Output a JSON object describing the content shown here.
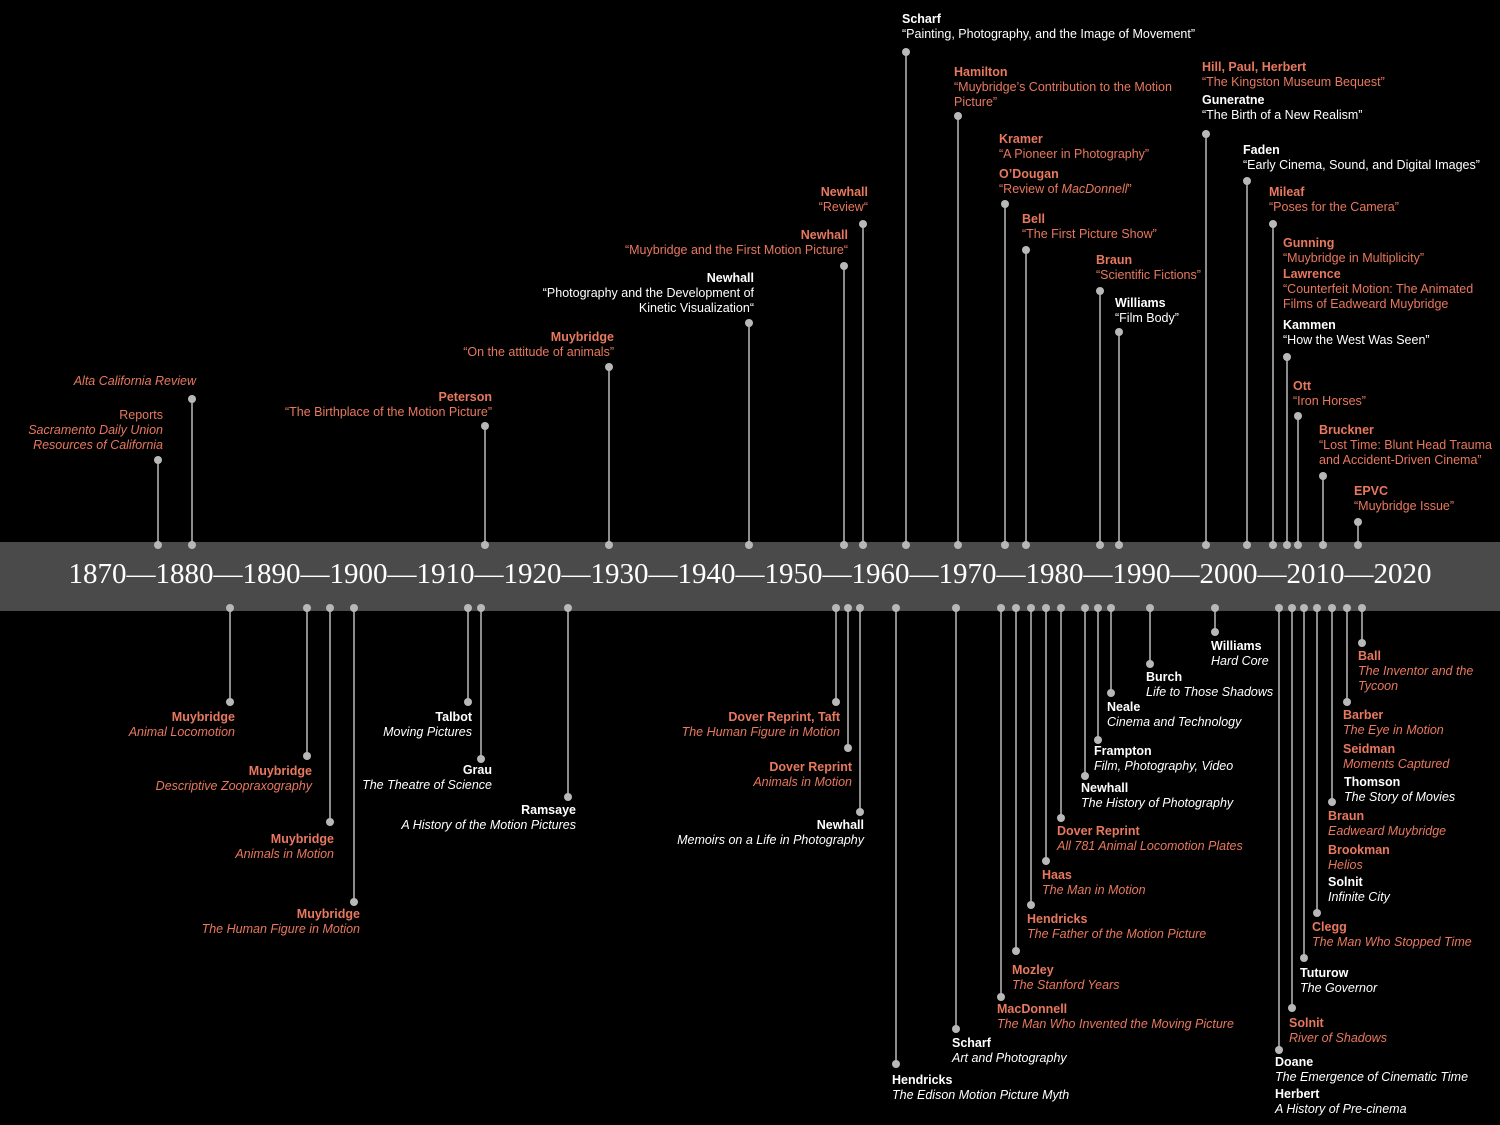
{
  "axis": {
    "label": "1870—1880—1890—1900—1910—1920—1930—1940—1950—1960—1970—1980—1990—2000—2010—2020"
  },
  "entries": [
    {
      "id": "alta",
      "author": "",
      "title": "Alta California Review",
      "style": "italic",
      "color": "orange",
      "side": "up",
      "align": "right"
    },
    {
      "id": "reports",
      "author": "",
      "lines": [
        "Reports",
        "Sacramento Daily Union",
        "Resources of California"
      ],
      "color": "orange",
      "side": "up",
      "align": "right"
    },
    {
      "id": "peterson",
      "author": "Peterson",
      "title": "“The Birthplace of the Motion Picture”",
      "style": "plain",
      "color": "orange",
      "side": "up",
      "align": "right"
    },
    {
      "id": "muy-att",
      "author": "Muybridge",
      "title": "“On the attitude of animals”",
      "style": "plain",
      "color": "orange",
      "side": "up",
      "align": "right"
    },
    {
      "id": "newhall-photo",
      "author": "Newhall",
      "lines": [
        "“Photography and the Development of",
        "Kinetic Visualization“"
      ],
      "color": "white",
      "side": "up",
      "align": "right"
    },
    {
      "id": "newhall-first",
      "author": "Newhall",
      "title": "“Muybridge and the First Motion Picture“",
      "style": "plain",
      "color": "orange",
      "side": "up",
      "align": "right"
    },
    {
      "id": "newhall-review",
      "author": "Newhall",
      "title": "“Review“",
      "style": "plain",
      "color": "orange",
      "side": "up",
      "align": "right"
    },
    {
      "id": "scharf-paint",
      "author": "Scharf",
      "title": "“Painting, Photography, and the Image of Movement”",
      "style": "plain",
      "color": "white",
      "side": "up",
      "align": "left"
    },
    {
      "id": "hamilton",
      "author": "Hamilton",
      "lines": [
        "“Muybridge’s Contribution to the Motion",
        "Picture”"
      ],
      "color": "orange",
      "side": "up",
      "align": "left"
    },
    {
      "id": "kramer",
      "author": "Kramer",
      "title": "“A Pioneer in Photography”",
      "style": "plain",
      "color": "orange",
      "side": "up",
      "align": "left"
    },
    {
      "id": "odougan",
      "author": "O’Dougan",
      "title_pre": "“Review of ",
      "title_it": "MacDonnell",
      "title_post": "”",
      "color": "orange",
      "side": "up",
      "align": "left"
    },
    {
      "id": "bell",
      "author": "Bell",
      "title": "“The First Picture Show”",
      "style": "plain",
      "color": "orange",
      "side": "up",
      "align": "left"
    },
    {
      "id": "braun-sci",
      "author": "Braun",
      "title": "“Scientific Fictions”",
      "style": "plain",
      "color": "orange",
      "side": "up",
      "align": "left"
    },
    {
      "id": "williams-film",
      "author": "Williams",
      "title": "“Film Body”",
      "style": "plain",
      "color": "white",
      "side": "up",
      "align": "left"
    },
    {
      "id": "hill",
      "author": "Hill, Paul, Herbert",
      "title": "“The Kingston Museum Bequest”",
      "style": "plain",
      "color": "orange",
      "side": "up",
      "align": "left"
    },
    {
      "id": "guneratne",
      "author": "Guneratne",
      "title": "“The Birth of a New Realism”",
      "style": "plain",
      "color": "white",
      "side": "up",
      "align": "left"
    },
    {
      "id": "faden",
      "author": "Faden",
      "title": "“Early Cinema, Sound, and Digital Images”",
      "style": "plain",
      "color": "white",
      "side": "up",
      "align": "left"
    },
    {
      "id": "mileaf",
      "author": "Mileaf",
      "title": "“Poses for the Camera”",
      "style": "plain",
      "color": "orange",
      "side": "up",
      "align": "left"
    },
    {
      "id": "gunning",
      "author": "Gunning",
      "title": "“Muybridge in Multiplicity”",
      "style": "plain",
      "color": "orange",
      "side": "up",
      "align": "left"
    },
    {
      "id": "lawrence",
      "author": "Lawrence",
      "lines": [
        "“Counterfeit Motion: The Animated",
        "Films of Eadweard Muybridge"
      ],
      "color": "orange",
      "side": "up",
      "align": "left"
    },
    {
      "id": "kammen",
      "author": "Kammen",
      "title": "“How the West Was Seen”",
      "style": "plain",
      "color": "white",
      "side": "up",
      "align": "left"
    },
    {
      "id": "ott",
      "author": "Ott",
      "title": "“Iron Horses”",
      "style": "plain",
      "color": "orange",
      "side": "up",
      "align": "left"
    },
    {
      "id": "bruckner",
      "author": "Bruckner",
      "lines": [
        "“Lost Time: Blunt Head Trauma",
        "and Accident-Driven Cinema”"
      ],
      "color": "orange",
      "side": "up",
      "align": "left"
    },
    {
      "id": "epvc",
      "author": "EPVC",
      "title": "“Muybridge Issue”",
      "style": "plain",
      "color": "orange",
      "side": "up",
      "align": "left"
    },
    {
      "id": "muy-loco",
      "author": "Muybridge",
      "title": "Animal Locomotion",
      "style": "italic",
      "color": "orange",
      "side": "down",
      "align": "right"
    },
    {
      "id": "muy-desc",
      "author": "Muybridge",
      "title": "Descriptive Zoopraxography",
      "style": "italic",
      "color": "orange",
      "side": "down",
      "align": "right"
    },
    {
      "id": "muy-anim",
      "author": "Muybridge",
      "title": "Animals in Motion",
      "style": "italic",
      "color": "orange",
      "side": "down",
      "align": "right"
    },
    {
      "id": "muy-human",
      "author": "Muybridge",
      "title": "The Human Figure in Motion",
      "style": "italic",
      "color": "orange",
      "side": "down",
      "align": "right"
    },
    {
      "id": "talbot",
      "author": "Talbot",
      "title": "Moving Pictures",
      "style": "italic",
      "color": "white",
      "side": "down",
      "align": "right"
    },
    {
      "id": "grau",
      "author": "Grau",
      "title": "The Theatre of Science",
      "style": "italic",
      "color": "white",
      "side": "down",
      "align": "right"
    },
    {
      "id": "ramsaye",
      "author": "Ramsaye",
      "title": "A History of the Motion Pictures",
      "style": "italic",
      "color": "white",
      "side": "down",
      "align": "right"
    },
    {
      "id": "dover-taft",
      "author": "Dover Reprint, Taft",
      "title": "The Human Figure in Motion",
      "style": "italic",
      "color": "orange",
      "side": "down",
      "align": "right"
    },
    {
      "id": "dover-anim",
      "author": "Dover Reprint",
      "title": "Animals in Motion",
      "style": "italic",
      "color": "orange",
      "side": "down",
      "align": "right"
    },
    {
      "id": "newhall-mem",
      "author": "Newhall",
      "title": "Memoirs on a Life in Photography",
      "style": "italic",
      "color": "white",
      "side": "down",
      "align": "right"
    },
    {
      "id": "hendricks-edison",
      "author": "Hendricks",
      "title": "The Edison Motion Picture Myth",
      "style": "italic",
      "color": "white",
      "side": "down",
      "align": "left"
    },
    {
      "id": "scharf-art",
      "author": "Scharf",
      "title": "Art and Photography",
      "style": "italic",
      "color": "white",
      "side": "down",
      "align": "left"
    },
    {
      "id": "macdonnell",
      "author": "MacDonnell",
      "title": "The Man Who Invented the Moving Picture",
      "style": "italic",
      "color": "orange",
      "side": "down",
      "align": "left"
    },
    {
      "id": "mozley",
      "author": "Mozley",
      "title": "The Stanford Years",
      "style": "italic",
      "color": "orange",
      "side": "down",
      "align": "left"
    },
    {
      "id": "hendricks-father",
      "author": "Hendricks",
      "title": "The Father of the Motion Picture",
      "style": "italic",
      "color": "orange",
      "side": "down",
      "align": "left"
    },
    {
      "id": "haas",
      "author": "Haas",
      "title": "The Man in Motion",
      "style": "italic",
      "color": "orange",
      "side": "down",
      "align": "left"
    },
    {
      "id": "dover-781",
      "author": "Dover Reprint",
      "title": "All 781 Animal Locomotion Plates",
      "style": "italic",
      "color": "orange",
      "side": "down",
      "align": "left"
    },
    {
      "id": "newhall-hist",
      "author": "Newhall",
      "title": "The History of Photography",
      "style": "italic",
      "color": "white",
      "side": "down",
      "align": "left"
    },
    {
      "id": "frampton",
      "author": "Frampton",
      "title": "Film, Photography, Video",
      "style": "italic",
      "color": "white",
      "side": "down",
      "align": "left"
    },
    {
      "id": "neale",
      "author": "Neale",
      "title": "Cinema and Technology",
      "style": "italic",
      "color": "white",
      "side": "down",
      "align": "left"
    },
    {
      "id": "burch",
      "author": "Burch",
      "title": "Life to Those Shadows",
      "style": "italic",
      "color": "white",
      "side": "down",
      "align": "left"
    },
    {
      "id": "williams-hard",
      "author": "Williams",
      "title": "Hard Core",
      "style": "italic",
      "color": "white",
      "side": "down",
      "align": "left"
    },
    {
      "id": "doane",
      "author": "Doane",
      "title": "The Emergence of Cinematic Time",
      "style": "italic",
      "color": "white",
      "side": "down",
      "align": "left"
    },
    {
      "id": "herbert",
      "author": "Herbert",
      "title": "A History of Pre-cinema",
      "style": "italic",
      "color": "white",
      "side": "down",
      "align": "left"
    },
    {
      "id": "solnit-river",
      "author": "Solnit",
      "title": "River of Shadows",
      "style": "italic",
      "color": "orange",
      "side": "down",
      "align": "left"
    },
    {
      "id": "tuturow",
      "author": "Tuturow",
      "title": "The Governor",
      "style": "italic",
      "color": "white",
      "side": "down",
      "align": "left"
    },
    {
      "id": "clegg",
      "author": "Clegg",
      "title": "The Man Who Stopped Time",
      "style": "italic",
      "color": "orange",
      "side": "down",
      "align": "left"
    },
    {
      "id": "solnit-inf",
      "author": "Solnit",
      "title": "Infinite City",
      "style": "italic",
      "color": "white",
      "side": "down",
      "align": "left"
    },
    {
      "id": "brookman",
      "author": "Brookman",
      "title": "Helios",
      "style": "italic",
      "color": "orange",
      "side": "down",
      "align": "left"
    },
    {
      "id": "braun-ead",
      "author": "Braun",
      "title": "Eadweard Muybridge",
      "style": "italic",
      "color": "orange",
      "side": "down",
      "align": "left"
    },
    {
      "id": "thomson",
      "author": "Thomson",
      "title": "The Story of Movies",
      "style": "italic",
      "color": "white",
      "side": "down",
      "align": "left"
    },
    {
      "id": "seidman",
      "author": "Seidman",
      "title": "Moments Captured",
      "style": "italic",
      "color": "orange",
      "side": "down",
      "align": "left"
    },
    {
      "id": "barber",
      "author": "Barber",
      "title": "The Eye in Motion",
      "style": "italic",
      "color": "orange",
      "side": "down",
      "align": "left"
    },
    {
      "id": "ball",
      "author": "Ball",
      "lines": [
        "The Inventor and the",
        "Tycoon"
      ],
      "style": "italic",
      "color": "orange",
      "side": "down",
      "align": "left"
    }
  ]
}
